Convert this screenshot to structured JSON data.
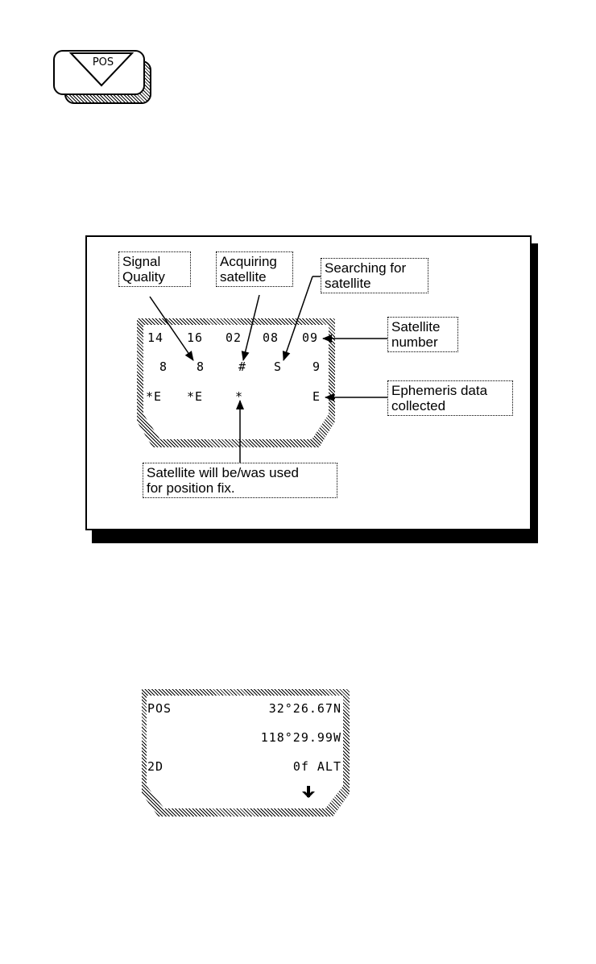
{
  "key": {
    "label": "POS"
  },
  "sat_screen": {
    "row_numbers": [
      "14",
      "16",
      "02",
      "08",
      "09"
    ],
    "row_quality": [
      "8",
      "8",
      "#",
      "S",
      "9"
    ],
    "row_status": [
      "*E",
      "*E",
      "*",
      "",
      "E"
    ]
  },
  "callouts": {
    "signal_quality": [
      "Signal",
      "Quality"
    ],
    "acquiring": [
      "Acquiring",
      "satellite"
    ],
    "searching": [
      "Searching for",
      "satellite"
    ],
    "sat_number": [
      "Satellite",
      "number"
    ],
    "ephemeris": [
      "Ephemeris data",
      "collected"
    ],
    "used_fix": [
      "Satellite will be/was used",
      "for position fix."
    ]
  },
  "pos_screen": {
    "mode": "POS",
    "latitude": "32°26.67N",
    "longitude": "118°29.99W",
    "fix": "2D",
    "altitude": "0f ALT",
    "arrow_icon": "down-arrow"
  }
}
